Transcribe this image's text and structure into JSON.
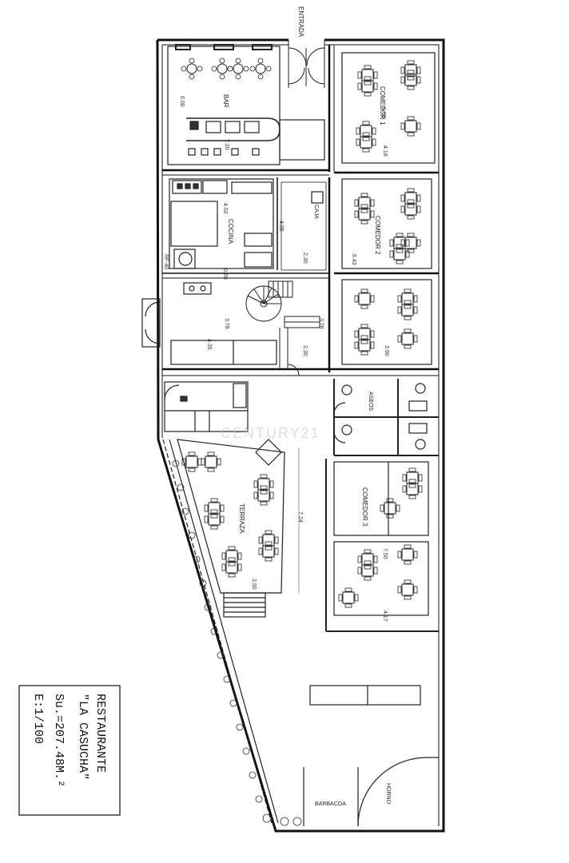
{
  "entrance": "ENTRADA",
  "rooms": {
    "bar": "BAR",
    "comedor1": "COMEDOR 1",
    "comedor2": "COMEDOR 2",
    "comedor3": "COMEDOR 3",
    "caja": "CAJA",
    "cocina": "COCINA",
    "aseos": "ASEOS",
    "terraza": "TERRAZA",
    "barbacoa": "BARBACOA",
    "horno": "HORNO",
    "refrig": "RF-40"
  },
  "dimensions": {
    "bar_w": "6.00",
    "bar_h": "7.20",
    "com1_w": "6.00",
    "com1_h": "4.18",
    "cocina_w": "4.02",
    "cocina_h": "0.60",
    "caja_w": "4.05",
    "caja_h": "2.30",
    "com2_h": "6.43",
    "kitchen2_w": "3.78",
    "kitchen2_h": "4.35",
    "hall_w": "3.78",
    "hall_h": "2.30",
    "com2b_h": "3.90",
    "ter_h": "7.24",
    "ter_w": "3.50",
    "com3_h": "7.50",
    "com3b_h": "4.17"
  },
  "title_block": {
    "line1": "RESTAURANTE",
    "line2": "\"LA CASUCHA\"",
    "line3": "Su.=207.48M.²",
    "line4": "E:1/100"
  },
  "watermark": "CENTURY21"
}
